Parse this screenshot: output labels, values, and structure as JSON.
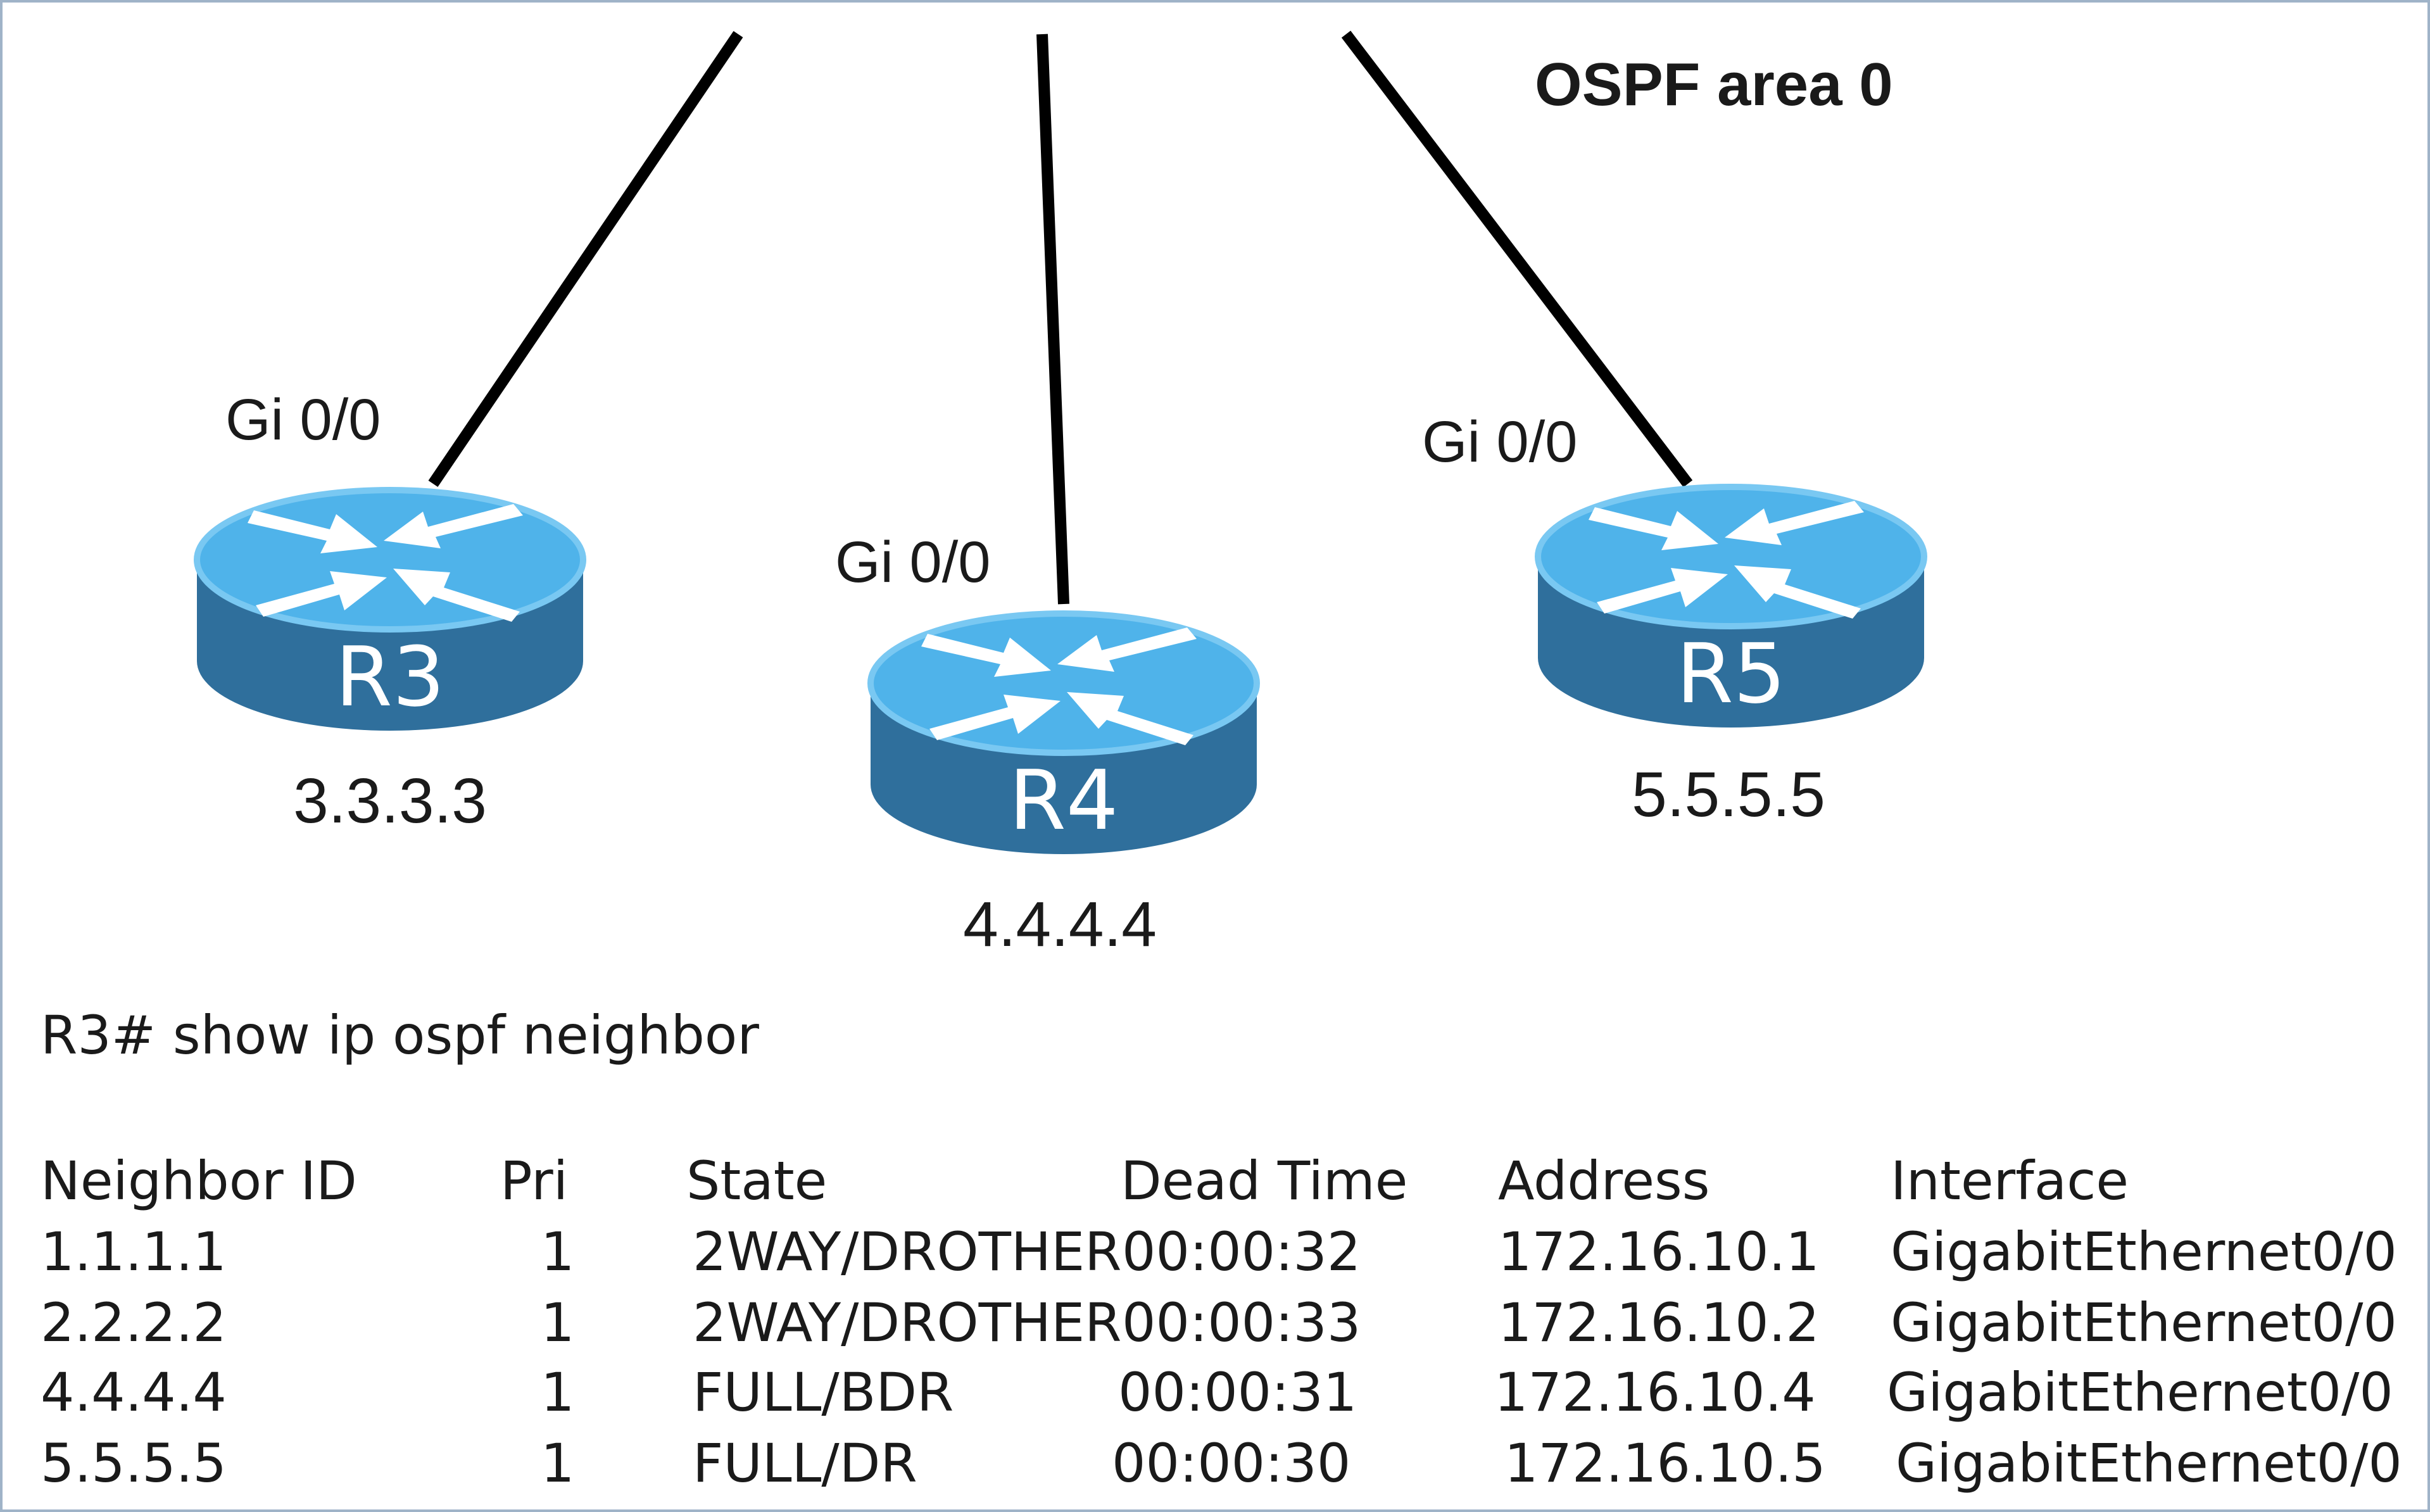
{
  "diagram": {
    "area_label": "OSPF area 0",
    "colors": {
      "router_top": "#4fb3ea",
      "router_side": "#2f6f9c",
      "router_rim": "#79c8f2",
      "arrow": "#ffffff",
      "link": "#000000"
    },
    "routers": [
      {
        "name": "R3",
        "router_id": "3.3.3.3",
        "interface": "Gi 0/0",
        "icon": "router-icon"
      },
      {
        "name": "R4",
        "router_id": "4.4.4.4",
        "interface": "Gi 0/0",
        "icon": "router-icon"
      },
      {
        "name": "R5",
        "router_id": "5.5.5.5",
        "interface": "Gi 0/0",
        "icon": "router-icon"
      }
    ]
  },
  "cli": {
    "command": "R3# show ip ospf neighbor",
    "headers": [
      "Neighbor ID",
      "Pri",
      "State",
      "Dead Time",
      "Address",
      "Interface"
    ],
    "rows": [
      [
        "1.1.1.1",
        "1",
        "2WAY/DROTHER",
        "00:00:32",
        "172.16.10.1",
        "GigabitEthernet0/0"
      ],
      [
        "2.2.2.2",
        "1",
        "2WAY/DROTHER",
        "00:00:33",
        "172.16.10.2",
        "GigabitEthernet0/0"
      ],
      [
        "4.4.4.4",
        "1",
        "FULL/BDR",
        "00:00:31",
        "172.16.10.4",
        "GigabitEthernet0/0"
      ],
      [
        "5.5.5.5",
        "1",
        "FULL/DR",
        "00:00:30",
        "172.16.10.5",
        "GigabitEthernet0/0"
      ]
    ]
  }
}
